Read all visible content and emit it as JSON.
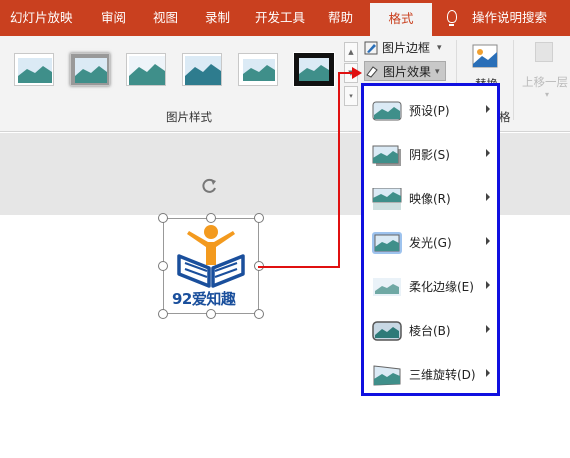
{
  "tabs": [
    {
      "label": "幻灯片放映"
    },
    {
      "label": "审阅"
    },
    {
      "label": "视图"
    },
    {
      "label": "录制"
    },
    {
      "label": "开发工具"
    },
    {
      "label": "帮助"
    },
    {
      "label": "格式",
      "active": true
    }
  ],
  "help_search": "操作说明搜索",
  "ribbon": {
    "picture_border": "图片边框",
    "picture_effects": "图片效果",
    "styles_group_label": "图片样式",
    "arrange_partial": "替换",
    "bring_forward": "上移一层",
    "group_tail": "格",
    "gallery_up": "▲",
    "gallery_down": "▼",
    "dropdown_caret": "▾"
  },
  "logo": {
    "text": "92爱知趣"
  },
  "effects_menu": {
    "items": [
      {
        "label": "预设(P)",
        "icon": "preset-icon"
      },
      {
        "label": "阴影(S)",
        "icon": "shadow-icon"
      },
      {
        "label": "映像(R)",
        "icon": "reflection-icon"
      },
      {
        "label": "发光(G)",
        "icon": "glow-icon"
      },
      {
        "label": "柔化边缘(E)",
        "icon": "soft-edges-icon"
      },
      {
        "label": "棱台(B)",
        "icon": "bevel-icon"
      },
      {
        "label": "三维旋转(D)",
        "icon": "3d-rotation-icon"
      }
    ]
  },
  "colors": {
    "tab_bar": "#c9401f",
    "menu_border": "#1010e0",
    "pointer": "#e01010",
    "logo_blue": "#1a4f9c",
    "logo_orange": "#f39a1e"
  }
}
